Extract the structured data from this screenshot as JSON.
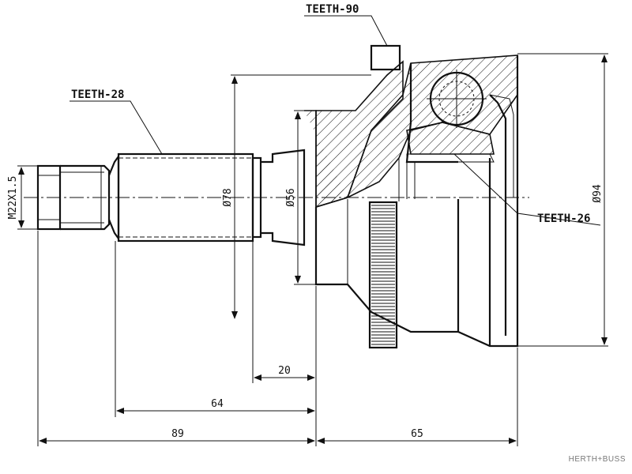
{
  "labels": {
    "teeth_top": "TEETH-90",
    "teeth_left": "TEETH-28",
    "teeth_right": "TEETH-26",
    "thread": "M22X1.5",
    "dia_78": "Ø78",
    "dia_56": "Ø56",
    "dia_94": "Ø94",
    "dim_20": "20",
    "dim_64": "64",
    "dim_89": "89",
    "dim_65": "65"
  },
  "brand": "HERTH+BUSS",
  "colors": {
    "line": "#111111",
    "background": "#ffffff"
  }
}
